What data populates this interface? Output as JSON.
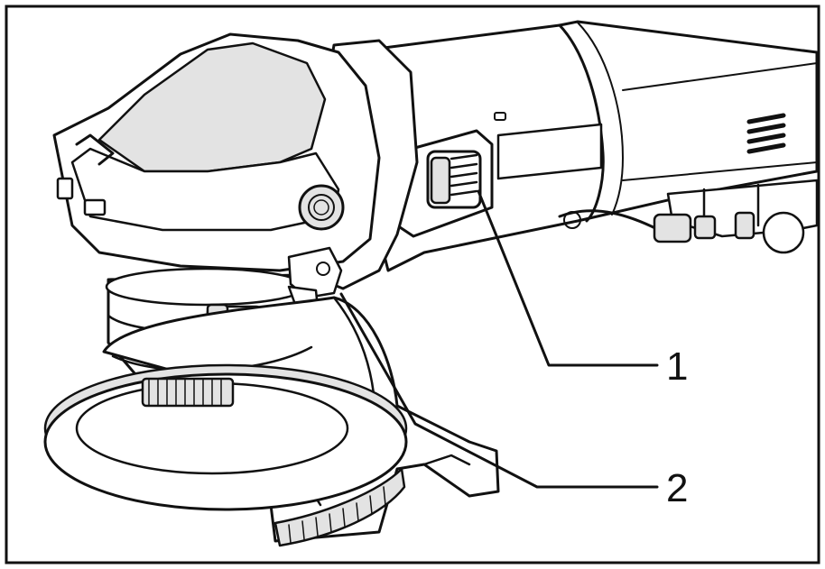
{
  "callouts": [
    {
      "label": "1",
      "target": "lock-button"
    },
    {
      "label": "2",
      "target": "wheel-guard"
    }
  ],
  "colors": {
    "line": "#111111",
    "background": "#ffffff",
    "shade": "#e3e3e3"
  }
}
